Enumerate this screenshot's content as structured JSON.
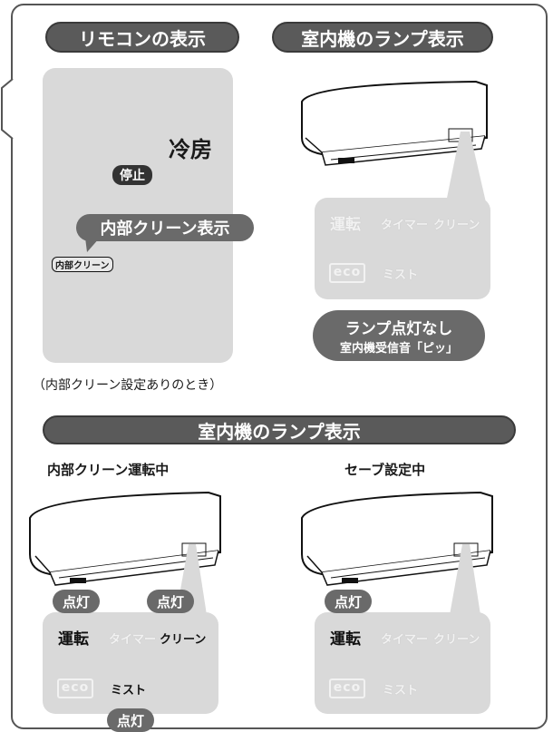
{
  "top": {
    "remote_heading": "リモコンの表示",
    "indoor_heading": "室内機のランプ表示",
    "remote": {
      "mode": "冷房",
      "stop_badge": "停止",
      "callout": "内部クリーン表示",
      "indicator": "内部クリーン"
    },
    "note": "（内部クリーン設定ありのとき）",
    "lamps": {
      "unten": "運転",
      "timer": "タイマー",
      "clean": "クリーン",
      "eco": "eco",
      "mist": "ミスト"
    },
    "status_line1": "ランプ点灯なし",
    "status_line2": "室内機受信音「ピッ」"
  },
  "bottom": {
    "heading": "室内機のランプ表示",
    "left_caption": "内部クリーン運転中",
    "right_caption": "セーブ設定中",
    "lit_label": "点灯",
    "lamps": {
      "unten": "運転",
      "timer": "タイマー",
      "clean": "クリーン",
      "eco": "eco",
      "mist": "ミスト"
    }
  },
  "colors": {
    "pill": "#5a5a5a",
    "panel": "#d9d9d9",
    "lamp_off": "#f2f2f2",
    "lamp_on": "#111111"
  }
}
